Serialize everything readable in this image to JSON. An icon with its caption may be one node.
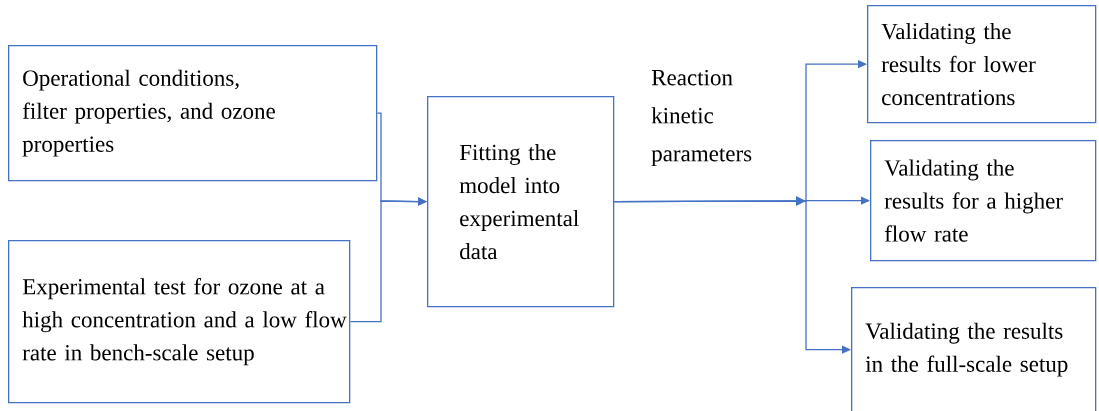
{
  "diagram": {
    "nodes": [
      {
        "text": [
          "Operational conditions, filter properties, and ozone properties"
        ]
      },
      {
        "text": [
          "Experimental test for ozone at a high concentration and a low flow rate in bench-scale setup"
        ]
      },
      {
        "text": [
          "Fitting the model into experimental data"
        ]
      },
      {
        "text": [
          "Validating the results for lower concentrations"
        ]
      },
      {
        "text": [
          "Validating the results for a higher flow rate"
        ]
      },
      {
        "text": [
          "Validating the results in the full-scale setup"
        ]
      }
    ],
    "edges": [
      {
        "from": 0,
        "to": 2,
        "arrow": "to"
      },
      {
        "from": 1,
        "to": 2,
        "arrow": "to"
      },
      {
        "from": 2,
        "to": 3,
        "arrow": "to"
      },
      {
        "from": 2,
        "to": 4,
        "arrow": "to",
        "label": "Reaction kinetic parameters"
      },
      {
        "from": 2,
        "to": 5,
        "arrow": "to"
      }
    ]
  }
}
